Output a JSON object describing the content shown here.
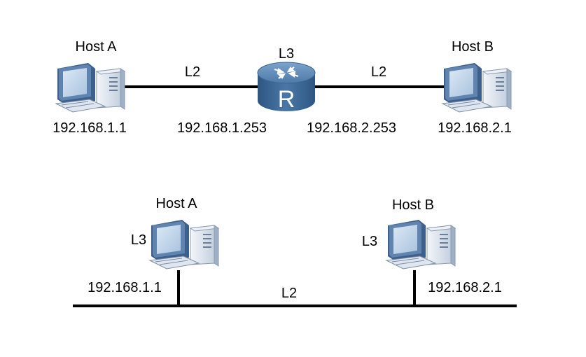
{
  "top": {
    "host_a": {
      "name": "Host A",
      "ip": "192.168.1.1"
    },
    "host_b": {
      "name": "Host B",
      "ip": "192.168.2.1"
    },
    "router": {
      "layer": "L3",
      "glyph": "R",
      "ip_left": "192.168.1.253",
      "ip_right": "192.168.2.253"
    },
    "link_left_label": "L2",
    "link_right_label": "L2"
  },
  "bottom": {
    "host_a": {
      "name": "Host A",
      "layer": "L3",
      "ip": "192.168.1.1"
    },
    "host_b": {
      "name": "Host B",
      "layer": "L3",
      "ip": "192.168.2.1"
    },
    "bus_label": "L2"
  },
  "colors": {
    "monitor_dark": "#4d6f9c",
    "monitor_light": "#c9dcef",
    "tower": "#dde6f1",
    "router_top": "#5a86b3",
    "router_body": "#3c6794",
    "line": "#000000"
  }
}
